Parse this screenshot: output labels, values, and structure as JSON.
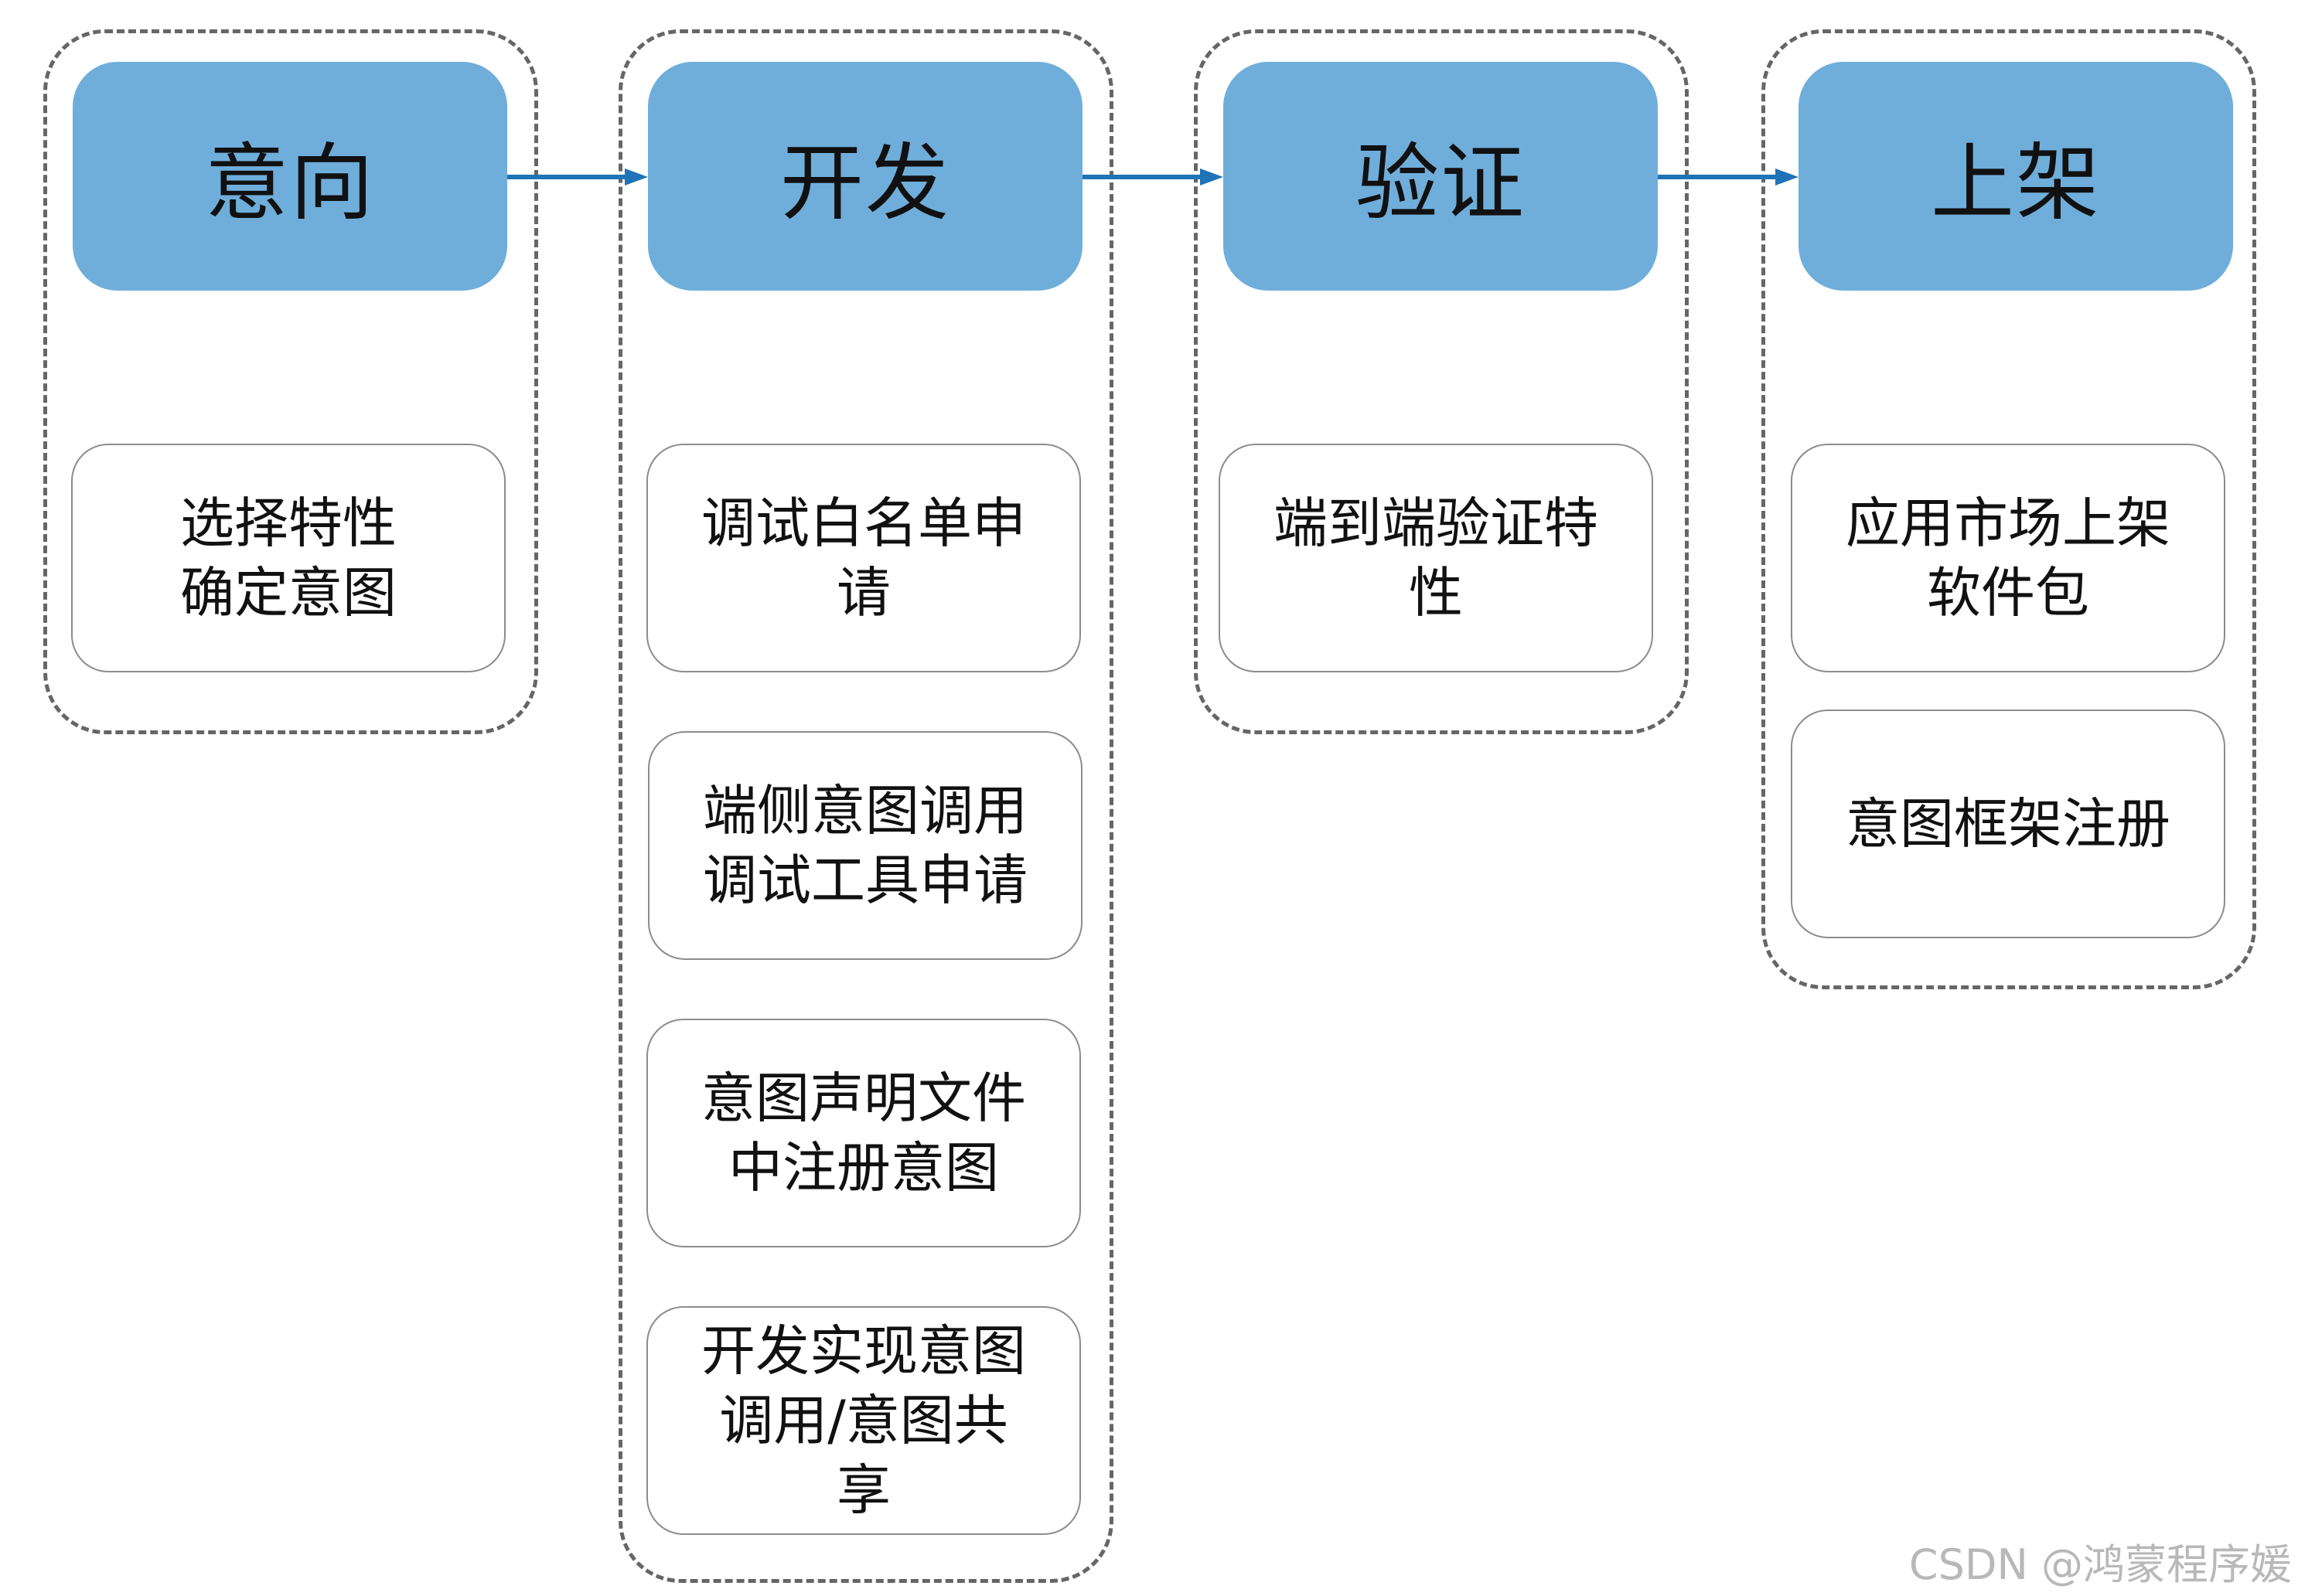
{
  "stages": [
    {
      "title": "意向",
      "cards": [
        "选择特性\n确定意图"
      ]
    },
    {
      "title": "开发",
      "cards": [
        "调试白名单申\n请",
        "端侧意图调用\n调试工具申请",
        "意图声明文件\n中注册意图",
        "开发实现意图\n调用/意图共\n享"
      ]
    },
    {
      "title": "验证",
      "cards": [
        "端到端验证特\n性"
      ]
    },
    {
      "title": "上架",
      "cards": [
        "应用市场上架\n软件包",
        "意图框架注册"
      ]
    }
  ],
  "colors": {
    "header_fill": "#6faedb",
    "arrow": "#1f73b7",
    "frame_border": "#666666",
    "card_border": "#8c8c8c"
  },
  "watermark": "CSDN @鸿蒙程序媛"
}
